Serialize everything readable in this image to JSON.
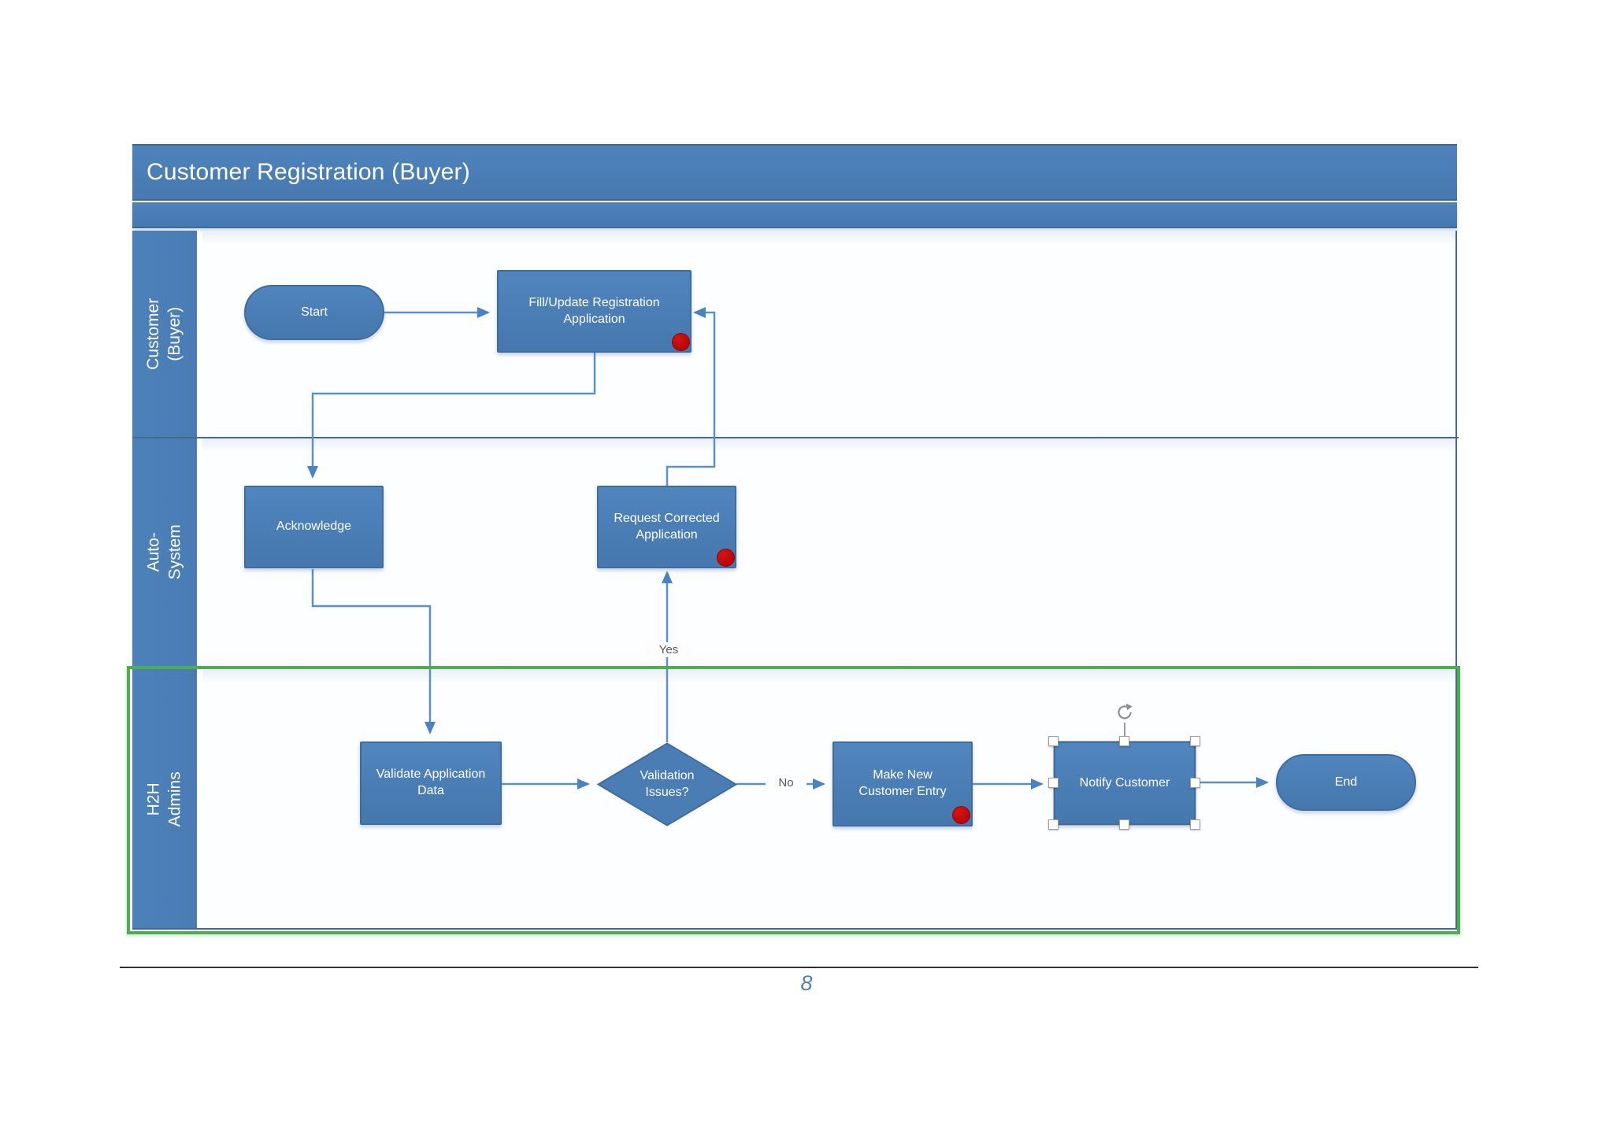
{
  "page": {
    "title_bar": "Customer Registration (Buyer)",
    "page_number": "8"
  },
  "lanes": [
    {
      "label": "Customer (Buyer)"
    },
    {
      "label": "Auto-System"
    },
    {
      "label": "H2H Admins"
    }
  ],
  "nodes": {
    "start": {
      "label": "Start",
      "type": "terminator"
    },
    "fill_update": {
      "label": "Fill/Update Registration Application",
      "type": "process",
      "marker": "red-dot"
    },
    "acknowledge": {
      "label": "Acknowledge",
      "type": "process"
    },
    "request_corrected": {
      "label": "Request Corrected Application",
      "type": "process",
      "marker": "red-dot"
    },
    "validate": {
      "label": "Validate Application Data",
      "type": "process"
    },
    "validation_issues": {
      "label": "Validation Issues?",
      "type": "decision"
    },
    "make_new_entry": {
      "label": "Make New Customer Entry",
      "type": "process",
      "marker": "red-dot"
    },
    "notify_customer": {
      "label": "Notify Customer",
      "type": "process",
      "selected": true
    },
    "end": {
      "label": "End",
      "type": "terminator"
    }
  },
  "edges": [
    {
      "from": "start",
      "to": "fill_update"
    },
    {
      "from": "fill_update",
      "to": "acknowledge"
    },
    {
      "from": "acknowledge",
      "to": "validate"
    },
    {
      "from": "validate",
      "to": "validation_issues"
    },
    {
      "from": "validation_issues",
      "to": "request_corrected",
      "label": "Yes"
    },
    {
      "from": "request_corrected",
      "to": "fill_update"
    },
    {
      "from": "validation_issues",
      "to": "make_new_entry",
      "label": "No"
    },
    {
      "from": "make_new_entry",
      "to": "notify_customer"
    },
    {
      "from": "notify_customer",
      "to": "end"
    }
  ],
  "edge_labels": {
    "yes": "Yes",
    "no": "No"
  },
  "colors": {
    "header_blue": "#4C80B8",
    "shape_fill": "#4B7DB5",
    "shape_border": "#3E6DA0",
    "connector_blue": "#5C90CA",
    "lane_line": "#44688E",
    "selection_green": "#4DAE50",
    "marker_red": "#C00000",
    "edge_label_gray": "#595959",
    "page_number_blue": "#4E81BD"
  }
}
